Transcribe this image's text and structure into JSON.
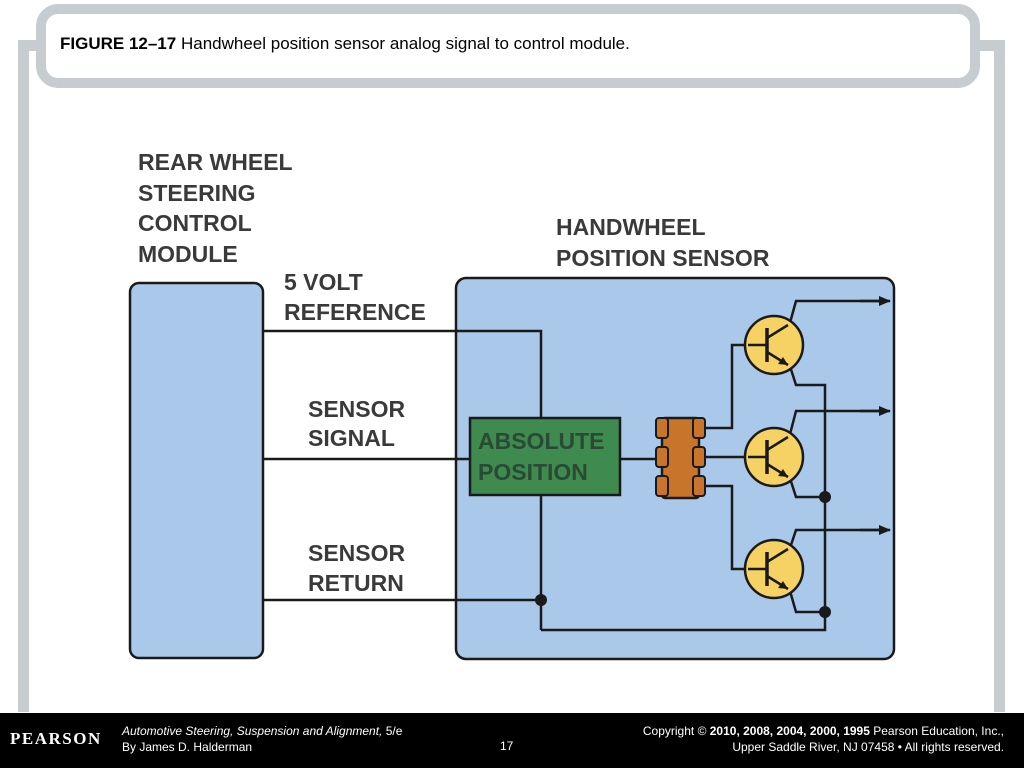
{
  "title": {
    "figure_number": "FIGURE 12–17",
    "caption": "Handwheel position sensor analog signal to control module."
  },
  "diagram": {
    "module_label": [
      "REAR WHEEL",
      "STEERING",
      "CONTROL",
      "MODULE"
    ],
    "sensor_label": [
      "HANDWHEEL",
      "POSITION SENSOR"
    ],
    "ref_label": [
      "5 VOLT",
      "REFERENCE"
    ],
    "signal_label": [
      "SENSOR",
      "SIGNAL"
    ],
    "return_label": [
      "SENSOR",
      "RETURN"
    ],
    "absolute_label": [
      "ABSOLUTE",
      "POSITION"
    ],
    "colors": {
      "module_fill": "#a9c8ea",
      "sensor_fill": "#a9c8ea",
      "absolute_fill": "#3f8a4e",
      "connector_fill": "#c8742a",
      "transistor_fill": "#f6d163",
      "wire": "#1a1a1a"
    }
  },
  "footer": {
    "logo": "PEARSON",
    "book_title": "Automotive Steering, Suspension and Alignment,",
    "edition": " 5/e",
    "author": "By James D. Halderman",
    "page_number": "17",
    "copyright_prefix": "Copyright © ",
    "copyright_years": "2010, 2008, 2004, 2000, 1995",
    "copyright_holder": " Pearson Education, Inc.,",
    "address": "Upper Saddle River, NJ 07458 • All rights reserved."
  }
}
